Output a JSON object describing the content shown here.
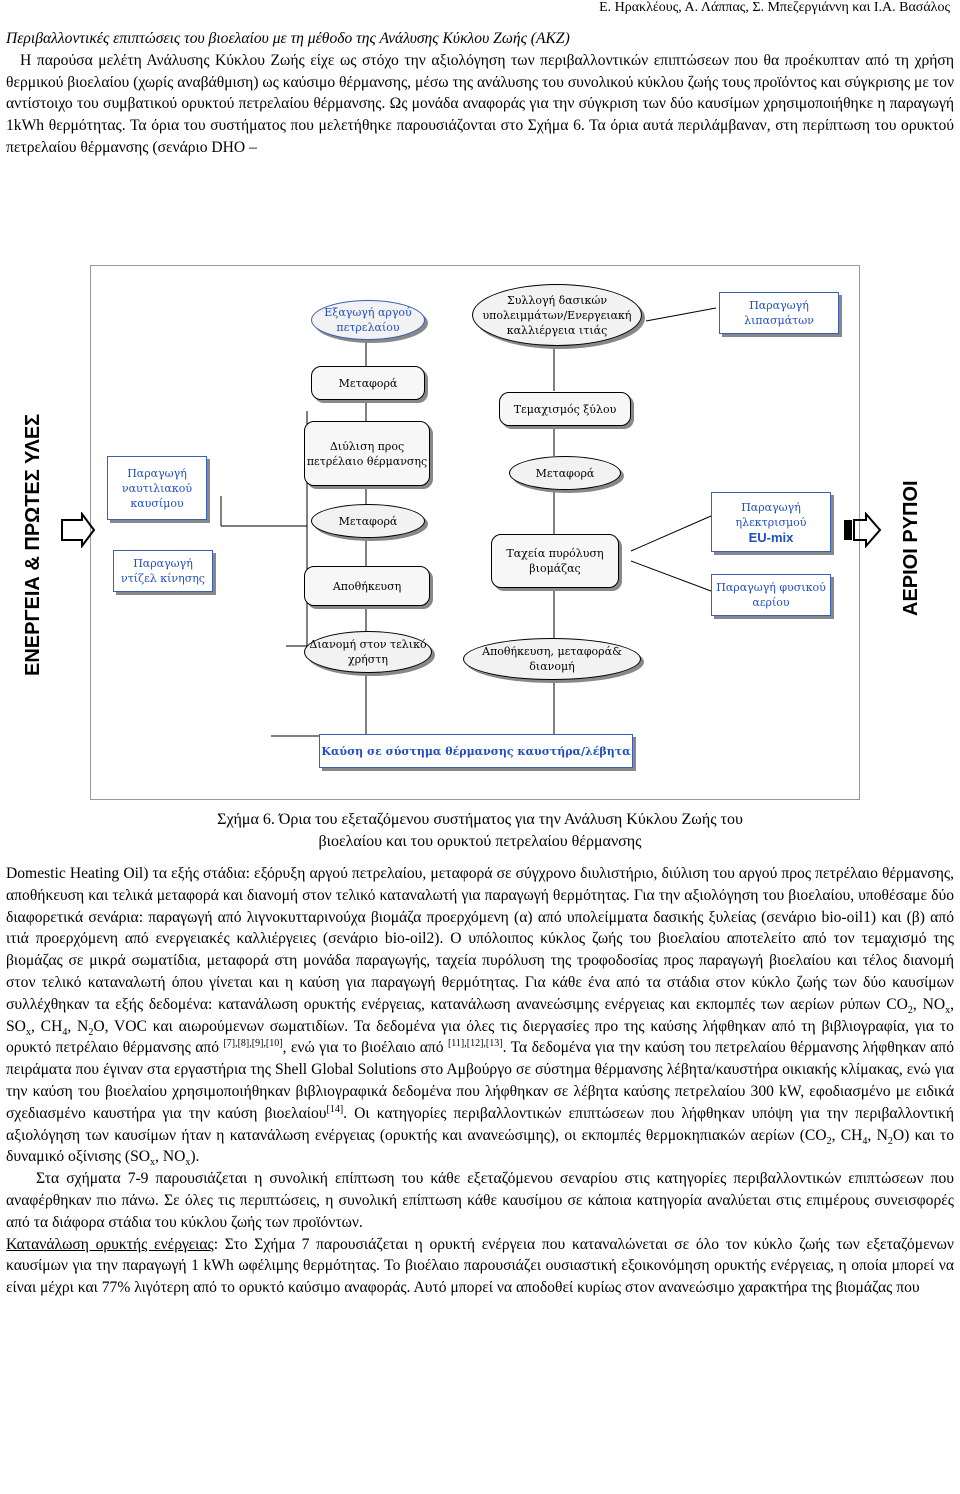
{
  "header": "Ε. Ηρακλέους, Α. Λάππας, Σ. Μπεζεργιάννη και Ι.Α. Βασάλος",
  "top": {
    "title": "Περιβαλλοντικές επιπτώσεις του βιοελαίου με τη μέθοδο της Ανάλυσης Κύκλου Ζωής (ΑΚΖ)",
    "text": "Η παρούσα μελέτη Ανάλυσης Κύκλου Ζωής είχε ως στόχο την αξιολόγηση των περιβαλλοντικών επιπτώσεων που θα προέκυπταν από τη χρήση θερμικού βιοελαίου (χωρίς αναβάθμιση) ως καύσιμο θέρμανσης, μέσω της ανάλυσης του συνολικού κύκλου ζωής τους προϊόντος και σύγκρισης με τον αντίστοιχο του συμβατικού ορυκτού πετρελαίου θέρμανσης. Ως μονάδα αναφοράς για την σύγκριση των δύο καυσίμων χρησιμοποιήθηκε η παραγωγή 1kWh θερμότητας. Τα όρια του συστήματος που μελετήθηκε παρουσιάζονται στο Σχήμα 6. Τα όρια αυτά περιλάμβαναν, στη περίπτωση του ορυκτού πετρελαίου θέρμανσης (σενάριο DHO –"
  },
  "figure": {
    "left_label": "ΕΝΕΡΓΕΙΑ & ΠΡΩΤΕΣ ΥΛΕΣ",
    "right_label": "ΑΕΡΙΟΙ ΡΥΠΟΙ",
    "boxes": {
      "crude": "Εξαγωγή αργού πετρελαίου",
      "forest": "Συλλογή δασικών υπολειμμάτων/Ενεργειακή καλλιέργεια ιτιάς",
      "fert": "Παραγωγή λιπασμάτων",
      "transport1": "Μεταφορά",
      "chipping": "Τεμαχισμός ξύλου",
      "refining": "Διύλιση προς πετρέλαιο θέρμανσης",
      "transport2": "Μεταφορά",
      "transport3": "Μεταφορά",
      "storage": "Αποθήκευση",
      "pyrolysis": "Ταχεία πυρόλυση βιομάζας",
      "distribution": "Διανομή στον τελικό χρήστη",
      "storage_dist": "Αποθήκευση, μεταφορά& διανομή",
      "marine": "Παραγωγή ναυτιλιακού καυσίμου",
      "diesel": "Παραγωγή ντίζελ κίνησης",
      "electricity": "Παραγωγή ηλεκτρισμού",
      "eumix": "EU-mix",
      "natgas": "Παραγωγή φυσικού αερίου",
      "combustion": "Καύση σε σύστημα θέρμανσης καυστήρα/λέβητα"
    }
  },
  "caption": {
    "line1": "Σχήμα 6. Όρια του εξεταζόμενου συστήματος για την Ανάλυση Κύκλου Ζωής του",
    "line2": "βιοελαίου και του ορυκτού πετρελαίου θέρμανσης"
  },
  "body": {
    "p1": "Domestic Heating Oil) τα εξής στάδια: εξόρυξη αργού πετρελαίου, μεταφορά σε σύγχρονο διυλιστήριο, διύλιση του αργού προς πετρέλαιο θέρμανσης, αποθήκευση και τελικά μεταφορά και διανομή στον τελικό καταναλωτή για παραγωγή θερμότητας. Για την αξιολόγηση του βιοελαίου, υποθέσαμε δύο διαφορετικά σενάρια: παραγωγή από λιγνοκυτταρινούχα βιομάζα προερχόμενη (α) από υπολείμματα δασικής ξυλείας (σενάριο bio-oil1) και (β) από ιτιά προερχόμενη από ενεργειακές καλλιέργειες (σενάριο bio-oil2). Ο υπόλοιπος κύκλος ζωής του βιοελαίου αποτελείτο από τον τεμαχισμό της βιομάζας σε μικρά σωματίδια, μεταφορά στη μονάδα παραγωγής, ταχεία πυρόλυση της τροφοδοσίας προς παραγωγή βιοελαίου και τέλος διανομή στον τελικό καταναλωτή όπου γίνεται και η καύση για παραγωγή θερμότητας. Για κάθε ένα από τα στάδια στον κύκλο ζωής των δύο καυσίμων συλλέχθηκαν τα εξής δεδομένα: κατανάλωση ορυκτής ενέργειας, κατανάλωση ανανεώσιμης ενέργειας και εκπομπές των αερίων ρύπων",
    "p1_gases": [
      "CO",
      "2",
      ", NO",
      "x",
      ", SO",
      "x",
      ", CH",
      "4",
      ", N",
      "2",
      "O, VOC και αιωρούμενων σωματιδίων. Τα δεδομένα για όλες τις διεργασίες προ της καύσης λήφθηκαν από τη βιβλιογραφία, για το ορυκτό πετρέλαιο θέρμανσης από "
    ],
    "ref1": "[7],[8],[9],[10]",
    "p1_b": ", ενώ για το βιοέλαιο από ",
    "ref2": "[11],[12],[13]",
    "p1_c": ". Τα δεδομένα για την καύση του πετρελαίου θέρμανσης λήφθηκαν από πειράματα που έγιναν στα εργαστήρια της Shell Global Solutions στο Αμβούργο σε σύστημα θέρμανσης λέβητα/καυστήρα οικιακής κλίμακας, ενώ για την καύση του βιοελαίου χρησιμοποιήθηκαν βιβλιογραφικά δεδομένα που λήφθηκαν σε λέβητα καύσης πετρελαίου 300 kW, εφοδιασμένο με ειδικά σχεδιασμένο καυστήρα για την καύση βιοελαίου",
    "ref3": "[14]",
    "p1_d": ". Οι κατηγορίες περιβαλλοντικών επιπτώσεων που λήφθηκαν υπόψη για την περιβαλλοντική αξιολόγηση των καυσίμων ήταν η κατανάλωση ενέργειας (ορυκτής και ανανεώσιμης), οι εκπομπές θερμοκηπιακών αερίων (CO",
    "p1_e": ", CH",
    "p1_f": ", N",
    "p1_g": "O) και το δυναμικό οξίνισης  (SO",
    "p1_h": ", NO",
    "p1_i": ").",
    "p2": "Στα σχήματα 7-9 παρουσιάζεται η συνολική επίπτωση του κάθε εξεταζόμενου σεναρίου στις κατηγορίες περιβαλλοντικών επιπτώσεων που αναφέρθηκαν πιο πάνω. Σε όλες τις περιπτώσεις, η συνολική επίπτωση κάθε καυσίμου σε κάποια κατηγορία αναλύεται στις επιμέρους συνεισφορές από τα διάφορα στάδια του κύκλου ζωής των προϊόντων.",
    "p3_label": "Κατανάλωση ορυκτής ενέργειας",
    "p3": ": Στο Σχήμα 7 παρουσιάζεται η ορυκτή ενέργεια που καταναλώνεται σε όλο τον κύκλο ζωής των εξεταζόμενων καυσίμων για την παραγωγή 1 kWh ωφέλιμης θερμότητας. Το βιοέλαιο παρουσιάζει ουσιαστική εξοικονόμηση ορυκτής ενέργειας, η οποία μπορεί να είναι μέχρι και 77% λιγότερη από το ορυκτό καύσιμο αναφοράς. Αυτό μπορεί να αποδοθεί κυρίως στον ανανεώσιμο χαρακτήρα της βιομάζας που"
  }
}
